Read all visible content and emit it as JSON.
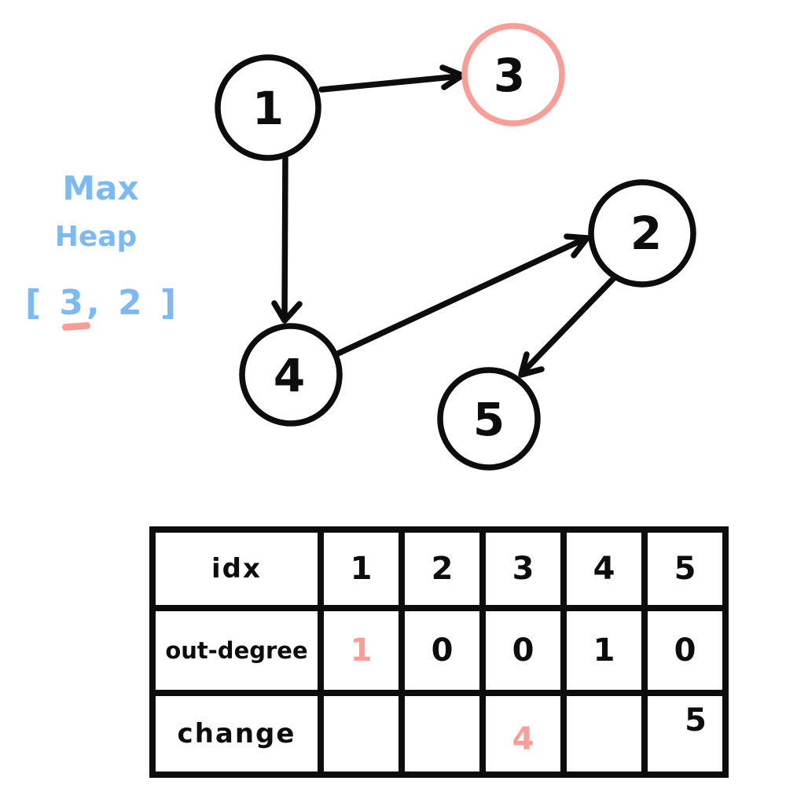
{
  "colors": {
    "ink": "#0d0d0d",
    "pink": "#f89e97",
    "blue": "#7db9f2",
    "background": "#ffffff"
  },
  "note": {
    "line1": "Max",
    "line2": "Heap",
    "array": "[ 3, 2 ]"
  },
  "graph": {
    "nodes": [
      {
        "id": "1",
        "label": "1",
        "highlighted": false
      },
      {
        "id": "2",
        "label": "2",
        "highlighted": false
      },
      {
        "id": "3",
        "label": "3",
        "highlighted": true
      },
      {
        "id": "4",
        "label": "4",
        "highlighted": false
      },
      {
        "id": "5",
        "label": "5",
        "highlighted": false
      }
    ],
    "edges": [
      {
        "from": "1",
        "to": "3"
      },
      {
        "from": "1",
        "to": "4"
      },
      {
        "from": "4",
        "to": "2"
      },
      {
        "from": "2",
        "to": "5"
      }
    ]
  },
  "table": {
    "rows": [
      {
        "label": "idx",
        "cells": [
          "1",
          "2",
          "3",
          "4",
          "5"
        ],
        "highlight": [
          false,
          false,
          false,
          false,
          false
        ]
      },
      {
        "label": "out-degree",
        "cells": [
          "1",
          "0",
          "0",
          "1",
          "0"
        ],
        "highlight": [
          true,
          false,
          false,
          false,
          false
        ]
      },
      {
        "label": "change",
        "cells": [
          "",
          "",
          "4",
          "",
          "5"
        ],
        "highlight": [
          false,
          false,
          true,
          false,
          false
        ]
      }
    ]
  }
}
